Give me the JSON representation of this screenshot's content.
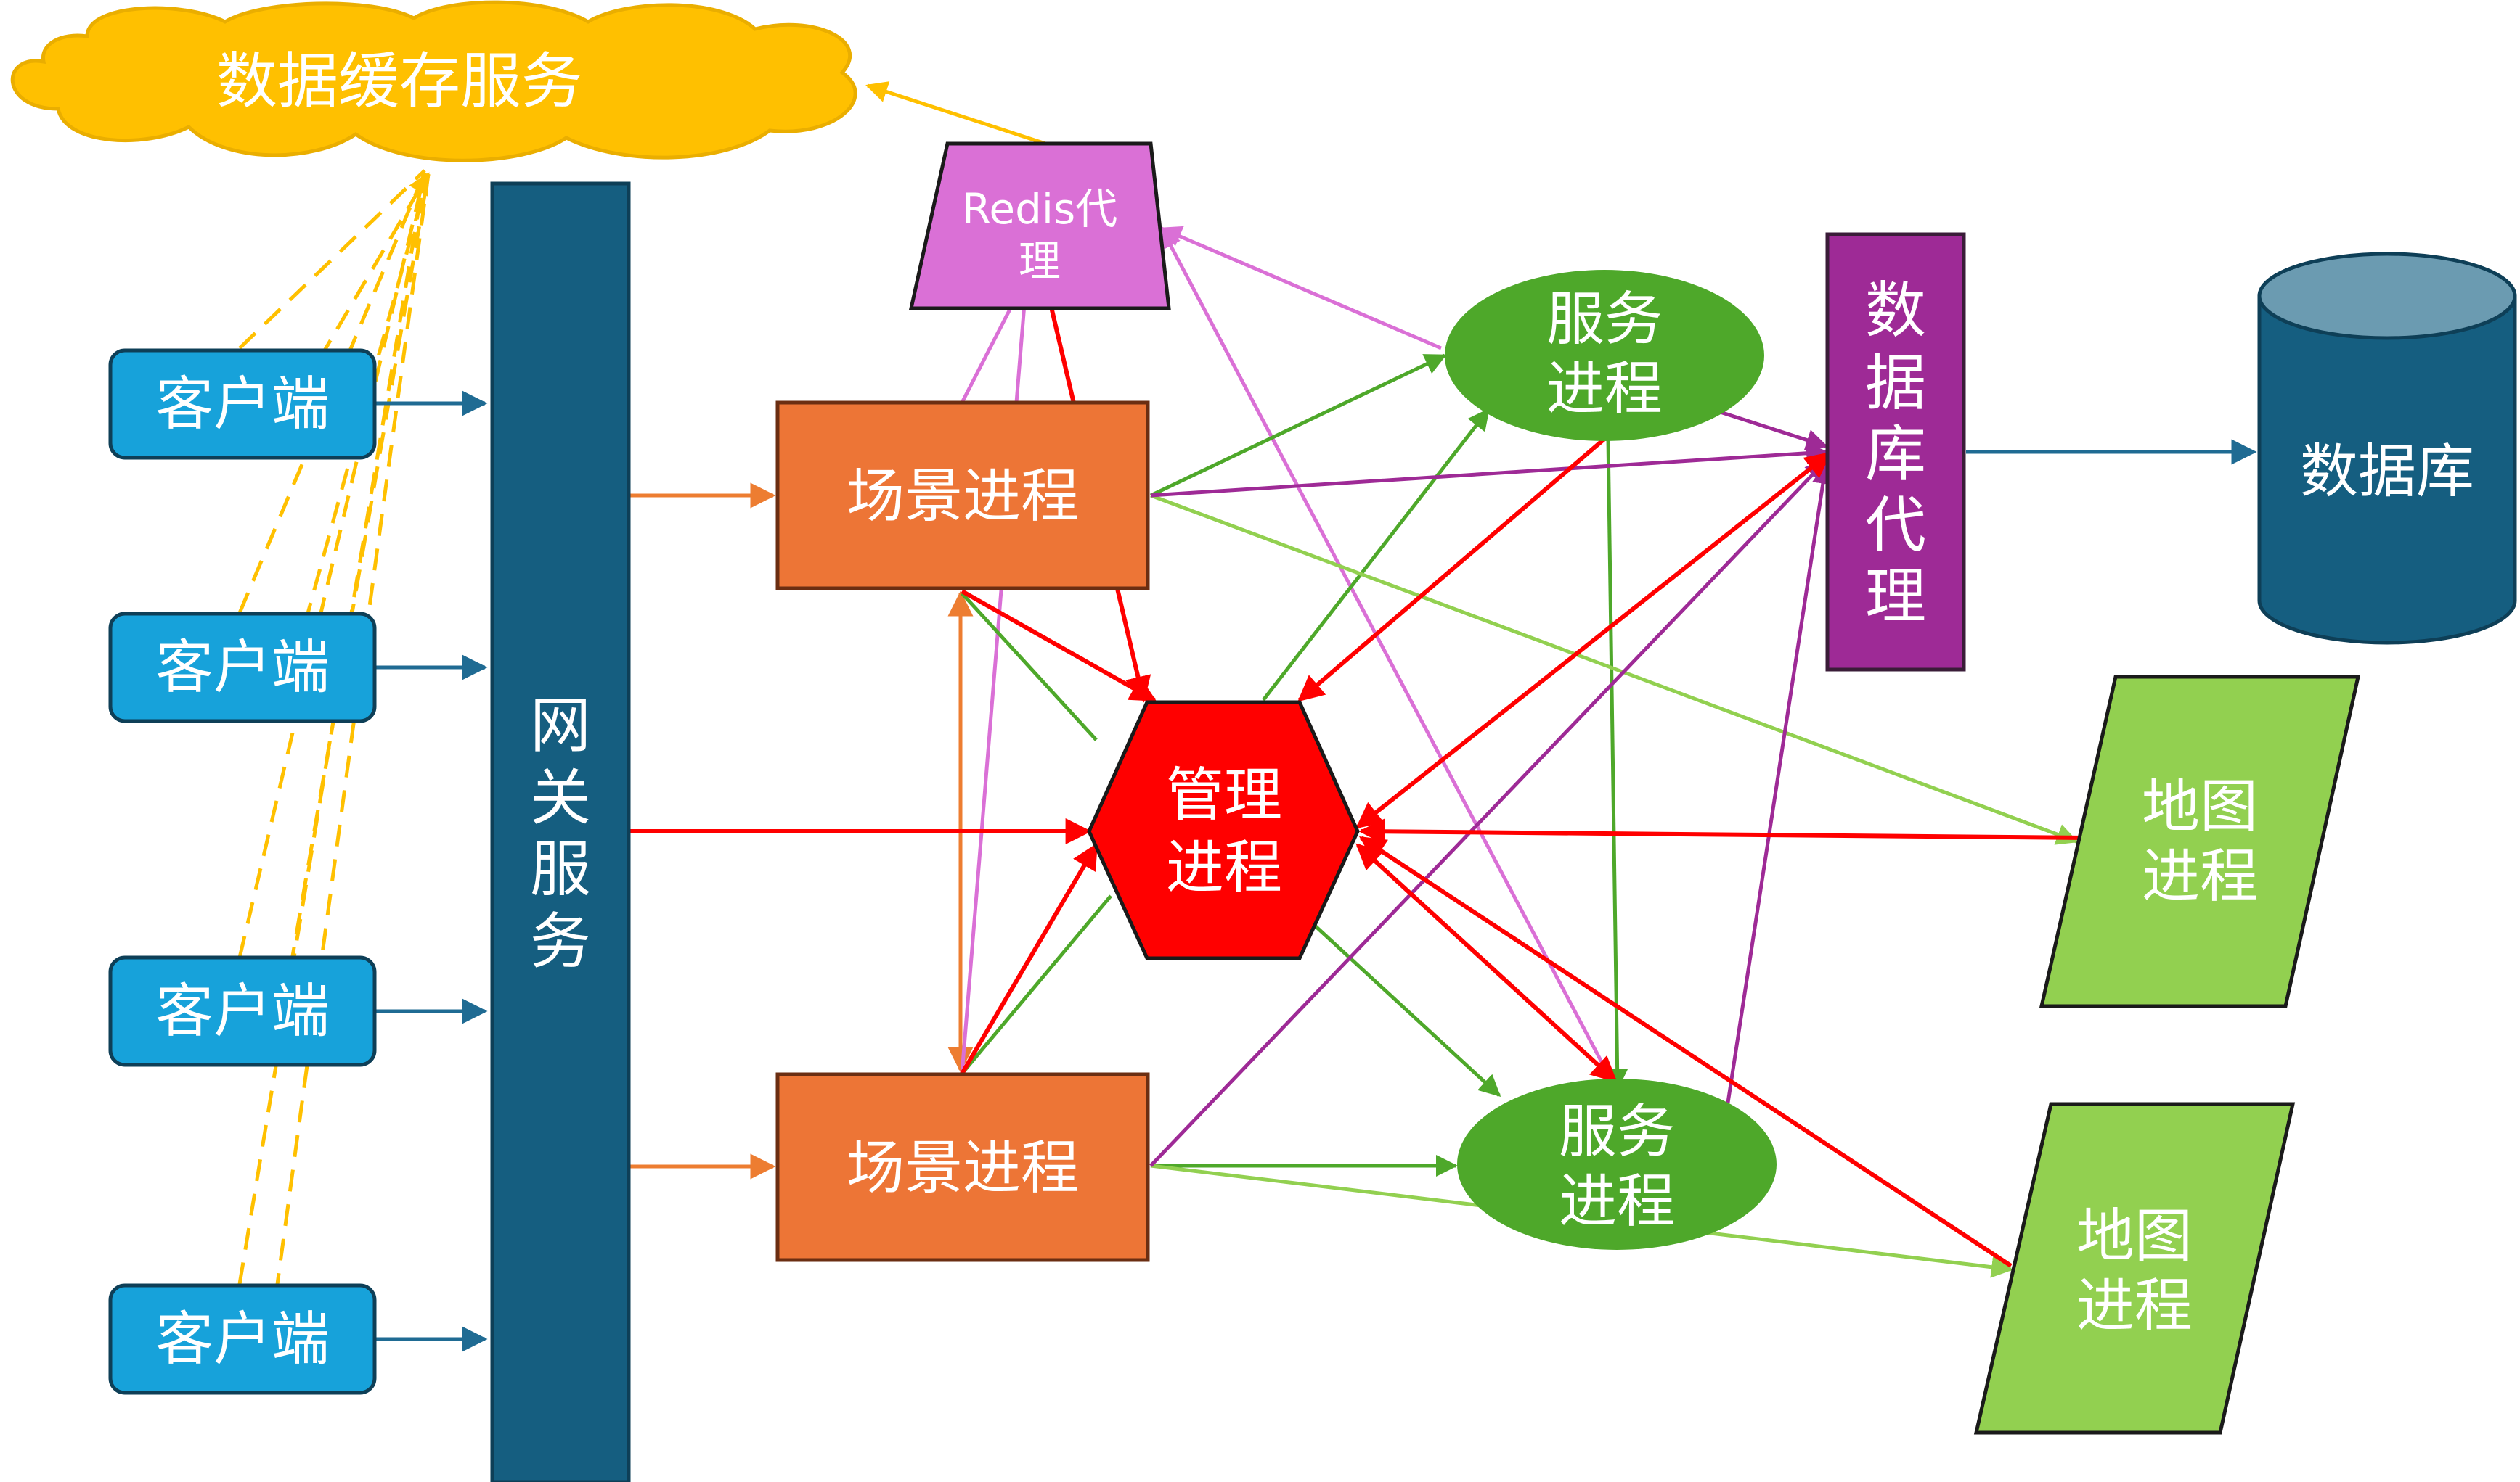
{
  "nodes": {
    "cache": {
      "label": "数据缓存服务",
      "color": "#FFC000"
    },
    "redis": {
      "label_line1": "Redis代",
      "label_line2": "理",
      "color": "#DA70D6"
    },
    "gateway": {
      "label_lines": [
        "网",
        "关",
        "服",
        "务"
      ],
      "color": "#155E80"
    },
    "clients": [
      {
        "label": "客户端"
      },
      {
        "label": "客户端"
      },
      {
        "label": "客户端"
      },
      {
        "label": "客户端"
      }
    ],
    "client_color": "#17A2DA",
    "scene_processes": [
      {
        "label": "场景进程"
      },
      {
        "label": "场景进程"
      }
    ],
    "scene_color": "#ED7536",
    "manager": {
      "label_line1": "管理",
      "label_line2": "进程",
      "color": "#FF0000"
    },
    "service_processes": [
      {
        "label_line1": "服务",
        "label_line2": "进程"
      },
      {
        "label_line1": "服务",
        "label_line2": "进程"
      }
    ],
    "service_color": "#4EA82A",
    "db_proxy": {
      "label_lines": [
        "数",
        "据",
        "库",
        "代",
        "理"
      ],
      "color": "#9E2A96"
    },
    "database": {
      "label": "数据库",
      "color": "#155E80"
    },
    "map_processes": [
      {
        "label_line1": "地图",
        "label_line2": "进程"
      },
      {
        "label_line1": "地图",
        "label_line2": "进程"
      }
    ],
    "map_color": "#92D050"
  },
  "edge_colors": {
    "dashed": "#FFC000",
    "navy": "#1F6B93",
    "orange": "#ED7D31",
    "red": "#FF0000",
    "purple": "#9E2A96",
    "pink": "#DA70D6",
    "green": "#4EA82A",
    "light_green": "#92D050"
  }
}
